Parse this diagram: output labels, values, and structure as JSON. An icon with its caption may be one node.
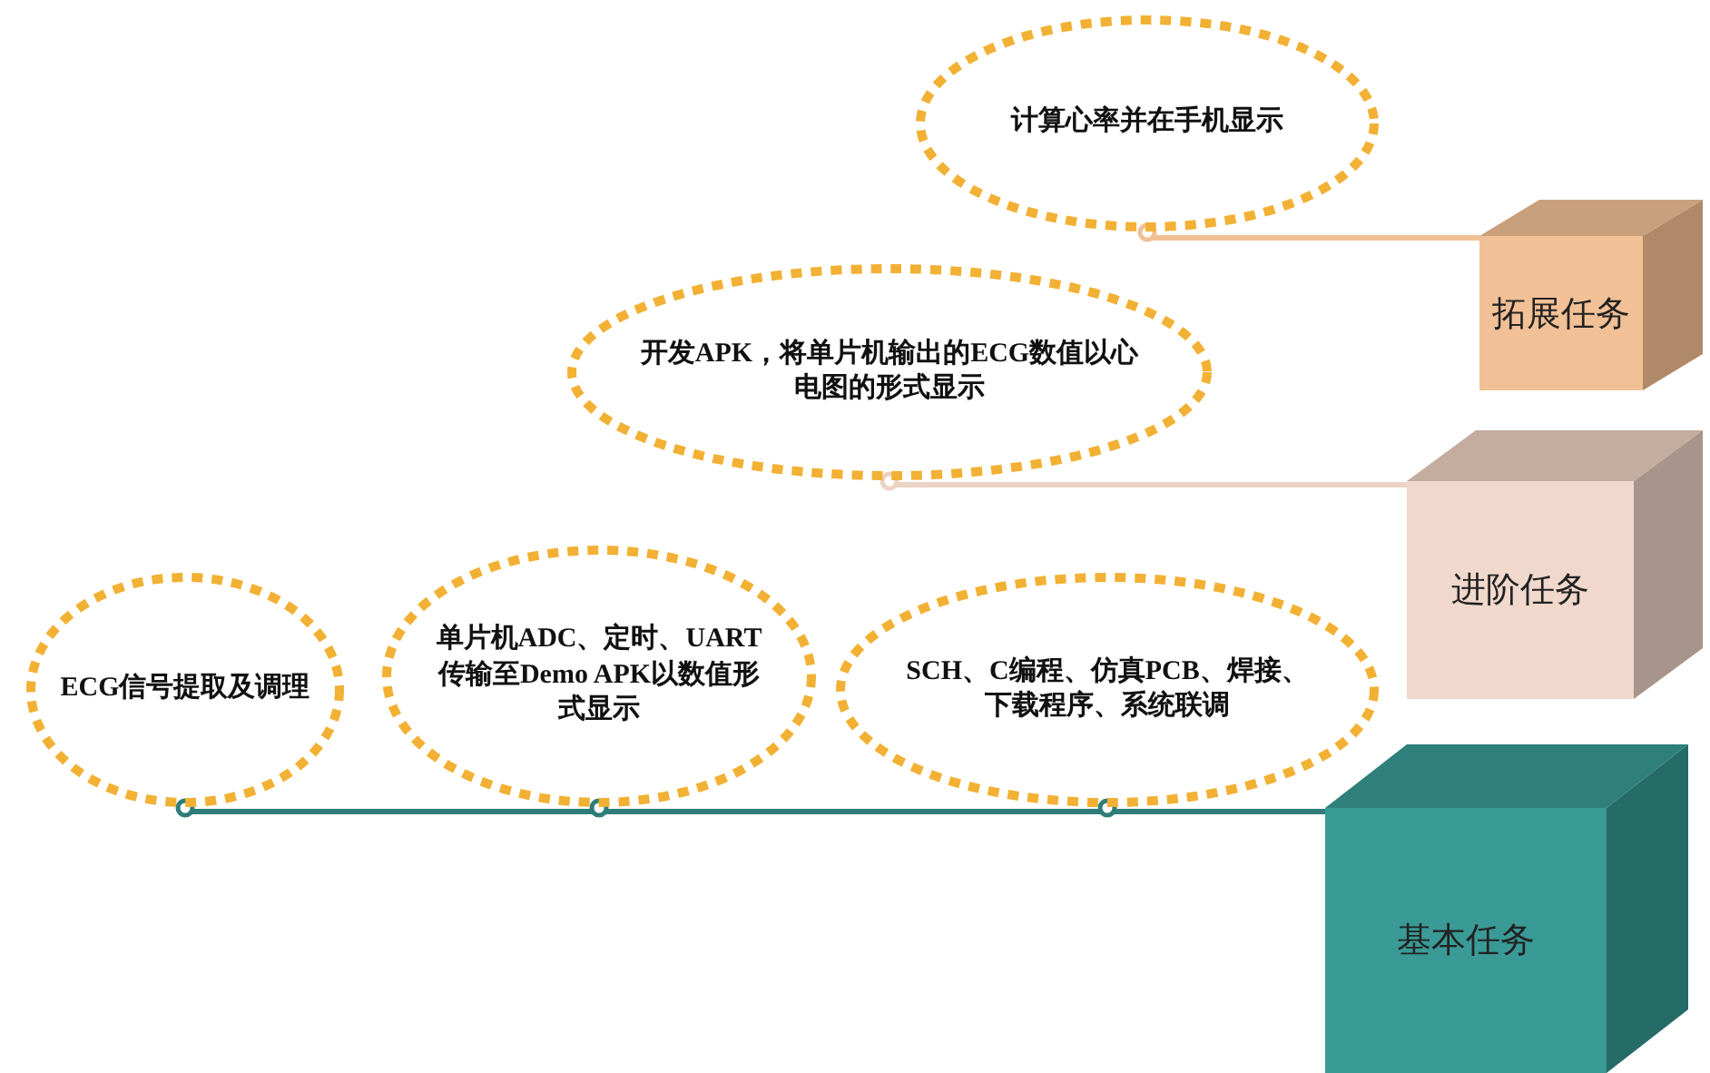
{
  "diagram": {
    "nodes": [
      {
        "text": [
          "计算心率并在手机显示"
        ]
      },
      {
        "text": [
          "拓展任务"
        ]
      },
      {
        "text": [
          "开发APK，将单片机输出的ECG数值以心电图的形式显示"
        ]
      },
      {
        "text": [
          "进阶任务"
        ]
      },
      {
        "text": [
          "ECG信号提取及调理"
        ]
      },
      {
        "text": [
          "单片机ADC、定时、UART传输至Demo APK以数值形式显示"
        ]
      },
      {
        "text": [
          "SCH、C编程、仿真PCB、焊接、下载程序、系统联调"
        ]
      },
      {
        "text": [
          "基本任务"
        ]
      }
    ],
    "edges": [
      {
        "from": 0,
        "to": 1,
        "arrow": "other",
        "color": "#f2c096"
      },
      {
        "from": 2,
        "to": 3,
        "arrow": "other",
        "color": "#ecd3c5"
      },
      {
        "from": 4,
        "to": 7,
        "arrow": "other"
      },
      {
        "from": 5,
        "to": 7,
        "arrow": "other"
      },
      {
        "from": 6,
        "to": 7,
        "arrow": "other"
      }
    ]
  }
}
